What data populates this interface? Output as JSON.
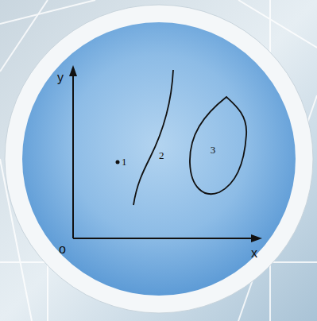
{
  "diagram": {
    "nodes": [
      {
        "text": [
          "3"
        ]
      }
    ],
    "labels": [
      "y",
      "o",
      "x",
      "1",
      "2"
    ]
  }
}
